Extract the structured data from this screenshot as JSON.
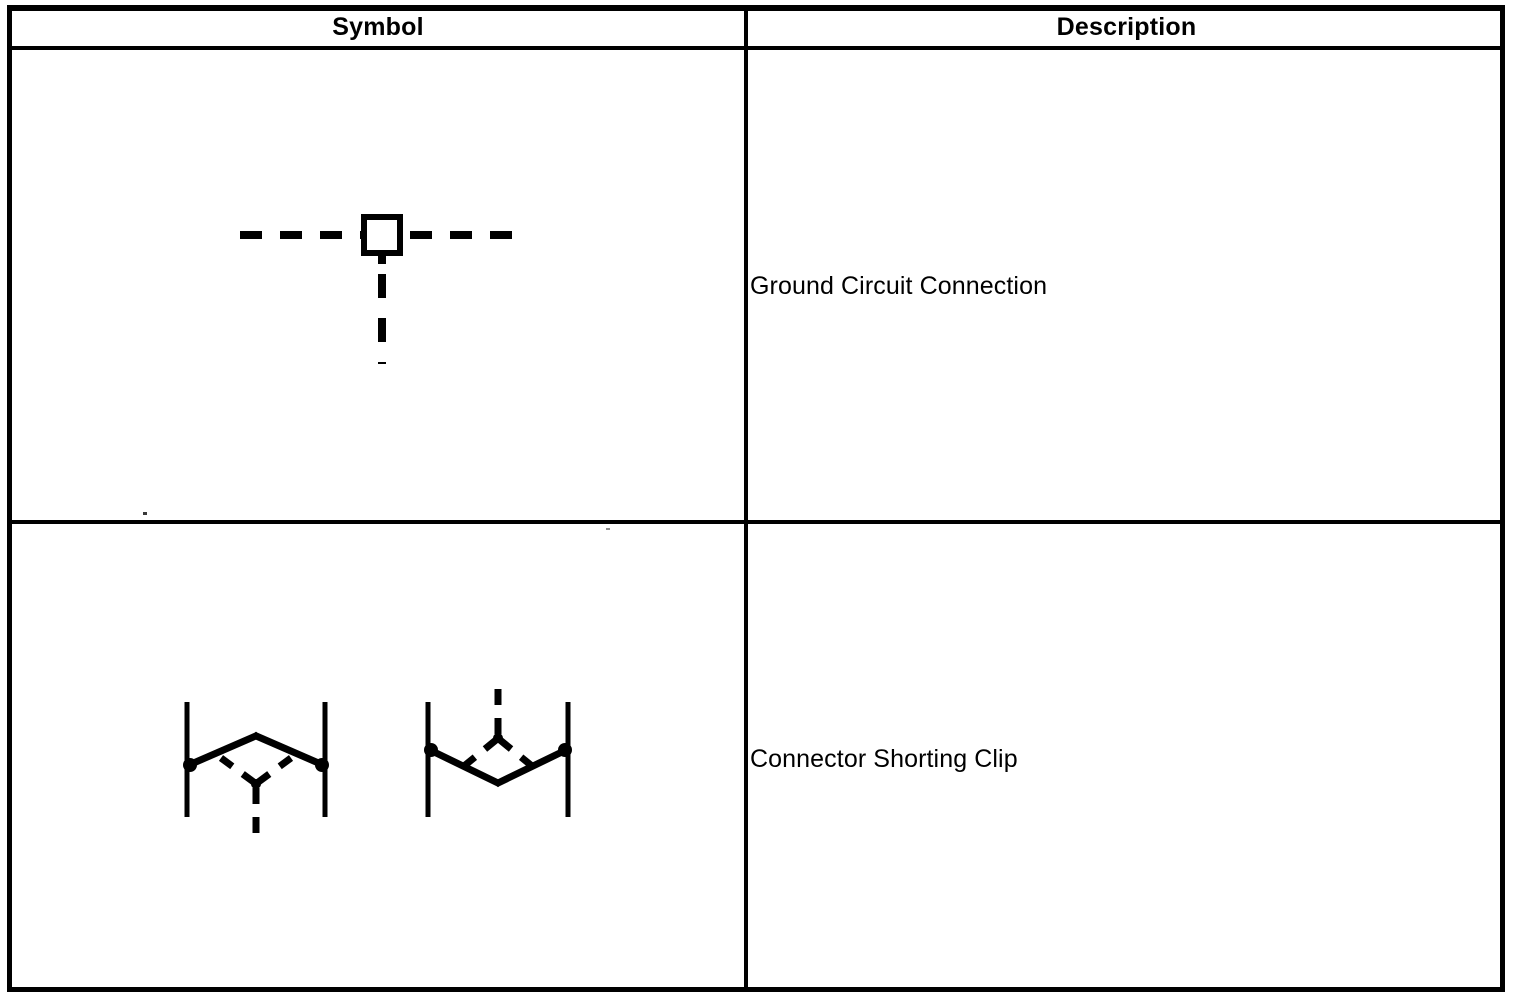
{
  "table": {
    "headers": {
      "symbol": "Symbol",
      "description": "Description"
    },
    "rows": [
      {
        "symbol_name": "ground-circuit-connection-symbol",
        "description": "Ground Circuit Connection"
      },
      {
        "symbol_name": "connector-shorting-clip-symbol",
        "description": "Connector Shorting Clip"
      }
    ]
  },
  "colors": {
    "ink": "#000000",
    "paper": "#ffffff"
  }
}
